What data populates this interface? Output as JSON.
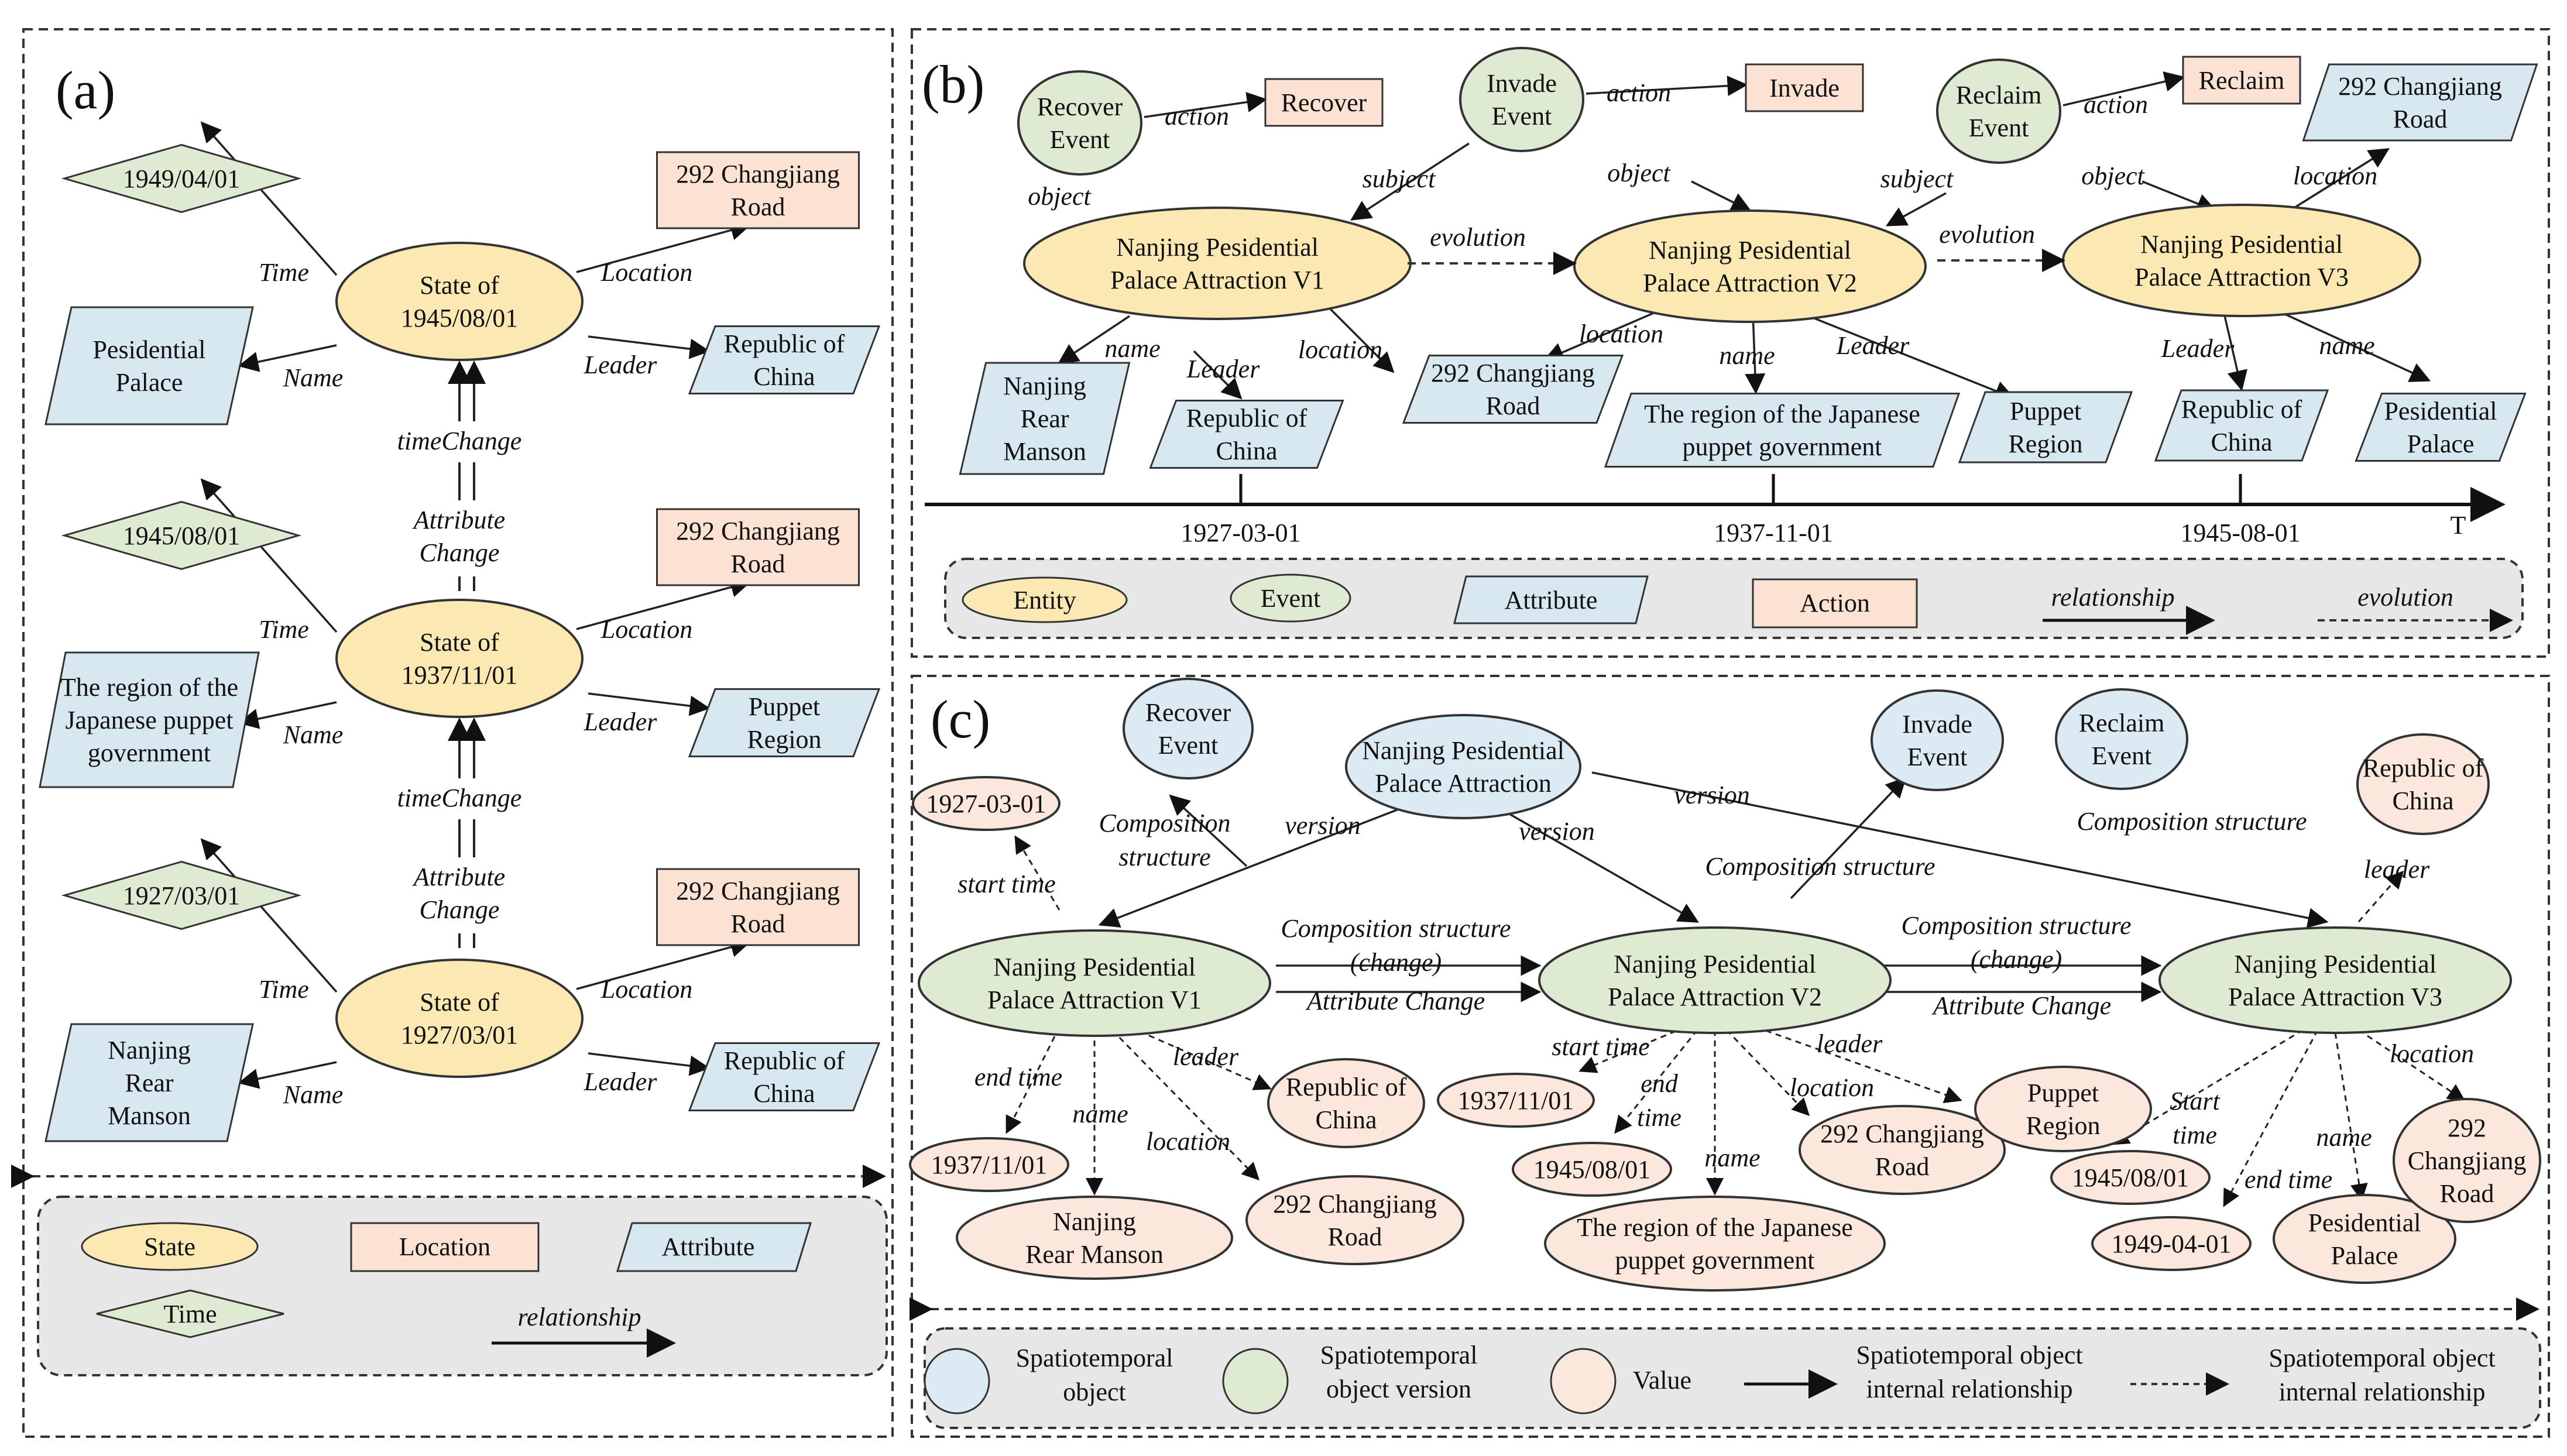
{
  "colors": {
    "state": "#fbe8b3",
    "time": "#deebd2",
    "location": "#fbe2d2",
    "attribute": "#d7e8f0",
    "event": "#deebd2",
    "action": "#fbe2d2",
    "st_object": "#dbeaf3",
    "st_version": "#deebd2",
    "value": "#fbe7dc",
    "legend_bg": "#e7e7e7"
  },
  "panel_a": {
    "label": "(a)",
    "states": [
      "State of\n1945/08/01",
      "State of\n1937/11/01",
      "State of\n1927/03/01"
    ],
    "times": [
      "1949/04/01",
      "1945/08/01",
      "1927/03/01"
    ],
    "locations": [
      "292 Changjiang\nRoad",
      "292 Changjiang\nRoad",
      "292 Changjiang\nRoad"
    ],
    "names": [
      "Pesidential\nPalace",
      "The region of the\nJapanese puppet\ngovernment",
      "Nanjing\nRear\nManson"
    ],
    "leaders": [
      "Republic of\nChina",
      "Puppet\nRegion",
      "Republic of\nChina"
    ],
    "edge_labels": {
      "time": "Time",
      "location": "Location",
      "name": "Name",
      "leader": "Leader",
      "time_change": "timeChange",
      "attribute_change": "Attribute\nChange"
    },
    "legend": {
      "state": "State",
      "location": "Location",
      "attribute": "Attribute",
      "time": "Time",
      "relationship": "relationship"
    }
  },
  "panel_b": {
    "label": "(b)",
    "events": [
      "Recover\nEvent",
      "Invade\nEvent",
      "Reclaim\nEvent"
    ],
    "actions": [
      "Recover",
      "Invade",
      "Reclaim"
    ],
    "versions": [
      "Nanjing Pesidential\nPalace Attraction V1",
      "Nanjing Pesidential\nPalace Attraction V2",
      "Nanjing Pesidential\nPalace Attraction V3"
    ],
    "attributes": {
      "v1_name": "Nanjing\nRear\nManson",
      "v1_leader": "Republic of\nChina",
      "v1_location": "292 Changjiang\nRoad",
      "v2_name": "The region of the Japanese\npuppet government",
      "v2_leader": "Puppet\nRegion",
      "v3_location": "292 Changjiang\nRoad",
      "v3_leader": "Republic of\nChina",
      "v3_name": "Pesidential\nPalace"
    },
    "edge_labels": {
      "action": "action",
      "object": "object",
      "subject": "subject",
      "evolution": "evolution",
      "name": "name",
      "leader": "Leader",
      "location": "location"
    },
    "timeline": {
      "ticks": [
        "1927-03-01",
        "1937-11-01",
        "1945-08-01"
      ],
      "axis_label": "T"
    },
    "legend": {
      "entity": "Entity",
      "event": "Event",
      "attribute": "Attribute",
      "action": "Action",
      "relationship": "relationship",
      "evolution": "evolution"
    }
  },
  "panel_c": {
    "label": "(c)",
    "root": "Nanjing Pesidential\nPalace Attraction",
    "events": [
      "Recover\nEvent",
      "Invade\nEvent",
      "Reclaim\nEvent"
    ],
    "versions": [
      "Nanjing Pesidential\nPalace Attraction V1",
      "Nanjing Pesidential\nPalace Attraction V2",
      "Nanjing Pesidential\nPalace Attraction V3"
    ],
    "values": {
      "v1_start": "1927-03-01",
      "v1_end": "1937/11/01",
      "v1_name": "Nanjing\nRear Manson",
      "v1_location": "292 Changjiang\nRoad",
      "v1_leader": "Republic of\nChina",
      "v2_start": "1937/11/01",
      "v2_end": "1945/08/01",
      "v2_name": "The region of the Japanese\npuppet government",
      "v2_location": "292 Changjiang\nRoad",
      "v2_leader": "Puppet\nRegion",
      "v3_start": "1945/08/01",
      "v3_end": "1949-04-01",
      "v3_name": "Pesidential\nPalace",
      "v3_location": "292\nChangjiang\nRoad",
      "v3_leader": "Republic of\nChina"
    },
    "edge_labels": {
      "version": "version",
      "composition_structure": "Composition\nstructure",
      "composition_structure_inline": "Composition structure",
      "composition_change": "Composition structure\n(change)",
      "attribute_change": "Attribute Change",
      "start_time": "start time",
      "end_time": "end time",
      "end_time_split": "end\ntime",
      "start_time_split": "Start\ntime",
      "name": "name",
      "location": "location",
      "leader": "leader"
    },
    "legend": {
      "st_object": "Spatiotemporal\nobject",
      "st_version": "Spatiotemporal\nobject version",
      "value": "Value",
      "internal_rel": "Spatiotemporal object\ninternal relationship",
      "internal_rel2": "Spatiotemporal object\ninternal relationship"
    }
  }
}
